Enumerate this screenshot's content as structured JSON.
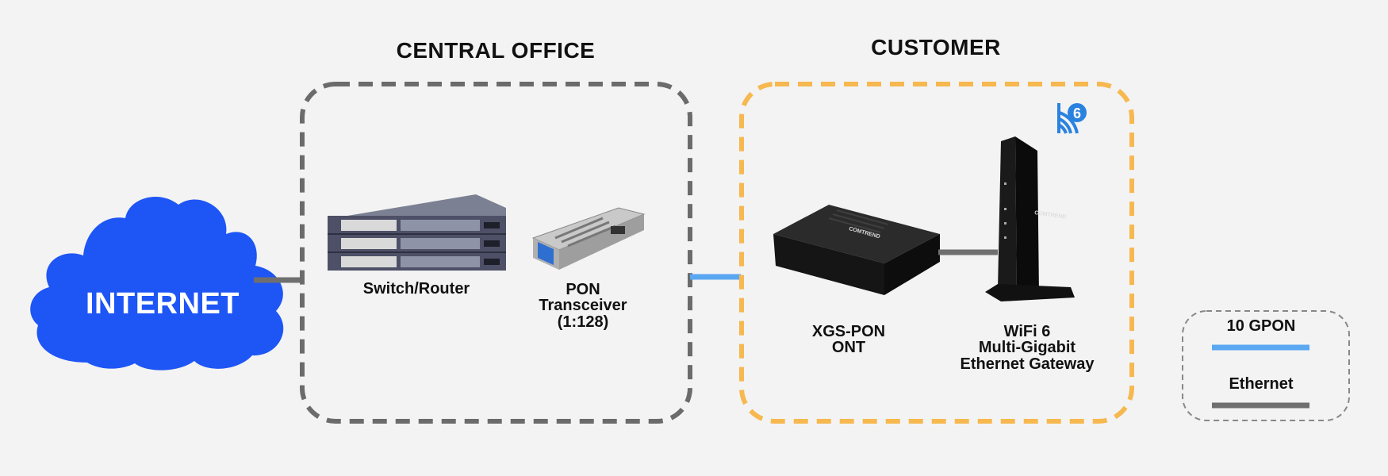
{
  "sections": {
    "central_office": "CENTRAL OFFICE",
    "customer": "CUSTOMER"
  },
  "internet": {
    "label": "INTERNET"
  },
  "devices": {
    "switch": "Switch/Router",
    "transceiver": [
      "PON",
      "Transceiver",
      "(1:128)"
    ],
    "ont": [
      "XGS-PON",
      "ONT"
    ],
    "gateway": [
      "WiFi 6",
      "Multi-Gigabit",
      "Ethernet Gateway"
    ]
  },
  "brand": "COMTREND",
  "wifi_badge": "6",
  "legend": {
    "gpon": "10 GPON",
    "ethernet": "Ethernet"
  },
  "colors": {
    "background": "#f3f3f3",
    "cloud": "#1e55f5",
    "central_office_border": "#6b6b6b",
    "customer_border": "#f6b84f",
    "gpon_line": "#5aa7f2",
    "ethernet_line": "#6f6f6f",
    "wifi_badge": "#2a82e0"
  }
}
